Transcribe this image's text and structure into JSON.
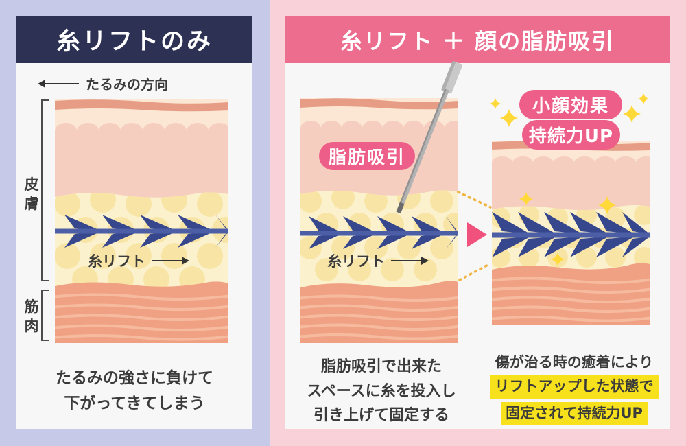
{
  "left_panel": {
    "header": "糸リフトのみ",
    "sagging_direction_label": "たるみの方向",
    "skin_label": "皮膚",
    "muscle_label": "筋肉",
    "thread_label": "糸リフト",
    "caption_line1": "たるみの強さに負けて",
    "caption_line2": "下がってきてしまう"
  },
  "right_panel": {
    "header": "糸リフト ＋ 顔の脂肪吸引",
    "liposuction_badge": "脂肪吸引",
    "thread_label": "糸リフト",
    "effect_badges": [
      "小顔効果",
      "持続力UP"
    ],
    "middle_caption_line1": "脂肪吸引で出来た",
    "middle_caption_line2": "スペースに糸を投入し",
    "middle_caption_line3": "引き上げて固定する",
    "right_caption_line1": "傷が治る時の癒着により",
    "right_caption_line2": "リフトアップした状態で",
    "right_caption_line3": "固定されて持続力UP"
  },
  "icons": {
    "sagging-direction-arrow": "←",
    "thread-direction-arrow": "→",
    "transform-arrow": "▶",
    "sparkle": "✦",
    "cannula": "liposuction-cannula"
  },
  "colors": {
    "left_panel_bg": "#c6c9e7",
    "right_panel_bg": "#f8d2d8",
    "card_bg": "#f8f7f7",
    "left_header_bg": "#2d3254",
    "right_header_bg": "#ed6d8e",
    "badge_pink": "#ed5f88",
    "highlight_yellow": "#f6e11c",
    "thread_blue": "#4b5ea6",
    "barb_navy": "#36478d",
    "skin_strip": "#e79d85",
    "cream_layer": "#fbe7d3",
    "dermis_pink": "#f6cec0",
    "fat_yellow": "#fbf2cd",
    "fat_cell": "#f8e5a6",
    "muscle": "#f0a184",
    "muscle_stripe": "#f6bb9e",
    "sparkle_yellow": "#ffd83a",
    "transform_arrow_pink": "#f0517d",
    "dotted_line": "#f0b544",
    "text": "#3b3b3b"
  }
}
